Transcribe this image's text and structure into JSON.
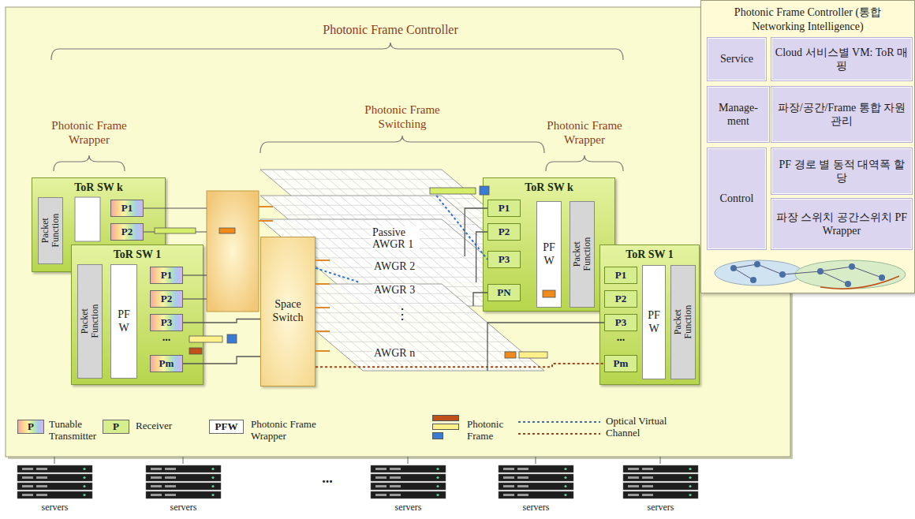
{
  "diagram": {
    "nodes": [
      {
        "text": [
          "ToR SW k"
        ]
      },
      {
        "text": [
          "Packet Function"
        ],
        "in": 0
      },
      {
        "text": [
          "P1"
        ],
        "in": 0
      },
      {
        "text": [
          "P2"
        ],
        "in": 0
      },
      {
        "text": [
          "ToR SW 1"
        ]
      },
      {
        "text": [
          "Packet Function"
        ],
        "in": 4
      },
      {
        "text": [
          "PF W"
        ],
        "in": 4
      },
      {
        "text": [
          "P1"
        ],
        "in": 4
      },
      {
        "text": [
          "P2"
        ],
        "in": 4
      },
      {
        "text": [
          "P3"
        ],
        "in": 4
      },
      {
        "text": [
          "Pm"
        ],
        "in": 4
      },
      {
        "text": [
          "Passive AWGR 1"
        ]
      },
      {
        "text": [
          "AWGR 2"
        ]
      },
      {
        "text": [
          "AWGR 3"
        ]
      },
      {
        "text": [
          "AWGR n"
        ]
      },
      {
        "text": [
          "Space Switch"
        ]
      },
      {
        "text": [
          "ToR SW k"
        ]
      },
      {
        "text": [
          "P1"
        ],
        "in": 16
      },
      {
        "text": [
          "P2"
        ],
        "in": 16
      },
      {
        "text": [
          "P3"
        ],
        "in": 16
      },
      {
        "text": [
          "PN"
        ],
        "in": 16
      },
      {
        "text": [
          "PF W"
        ],
        "in": 16
      },
      {
        "text": [
          "Packet Function"
        ],
        "in": 16
      },
      {
        "text": [
          "ToR SW 1"
        ]
      },
      {
        "text": [
          "P1"
        ],
        "in": 23
      },
      {
        "text": [
          "P2"
        ],
        "in": 23
      },
      {
        "text": [
          "P3"
        ],
        "in": 23
      },
      {
        "text": [
          "Pm"
        ],
        "in": 23
      },
      {
        "text": [
          "PF W"
        ],
        "in": 23
      },
      {
        "text": [
          "Packet Function"
        ],
        "in": 23
      },
      {
        "text": [
          "Photonic Frame Controller (통합 Networking Intelligence)"
        ]
      },
      {
        "text": [
          "Service"
        ],
        "in": 30
      },
      {
        "text": [
          "Cloud 서비스별 VM: ToR 매핑"
        ],
        "in": 30
      },
      {
        "text": [
          "Manage- ment"
        ],
        "in": 30
      },
      {
        "text": [
          "파장/공간/Frame 통합 자원 관리"
        ],
        "in": 30
      },
      {
        "text": [
          "Control"
        ],
        "in": 30
      },
      {
        "text": [
          "PF 경로 별 동적 대역폭 할당"
        ],
        "in": 30
      },
      {
        "text": [
          "파장 스위치 공간스위치 PF Wrapper"
        ],
        "in": 30
      }
    ],
    "edges": [
      {
        "from": 9,
        "to": 15,
        "arrow": "none"
      },
      {
        "from": 10,
        "to": 15,
        "arrow": "none"
      },
      {
        "from": 15,
        "to": 12,
        "arrow": "none"
      },
      {
        "from": 12,
        "to": 19,
        "arrow": "none"
      },
      {
        "from": 15,
        "to": 27,
        "arrow": "none"
      },
      {
        "from": 11,
        "to": 17,
        "arrow": "none"
      },
      {
        "from": 12,
        "to": 18,
        "arrow": "none"
      },
      {
        "from": 13,
        "to": 20,
        "arrow": "none"
      },
      {
        "from": 14,
        "to": 26,
        "arrow": "none"
      }
    ],
    "labels": [
      "Photonic Frame Controller",
      "Photonic Frame Wrapper",
      "Photonic Frame Switching",
      "Photonic Frame Wrapper",
      "...",
      "⋮",
      "...",
      "P",
      "P",
      "PFW",
      "...",
      "servers",
      "servers",
      "servers",
      "servers",
      "servers"
    ],
    "legend": [
      {
        "text": "Tunable Transmitter"
      },
      {
        "text": "Receiver",
        "color": "#d6ee8e"
      },
      {
        "text": "Photonic Frame Wrapper",
        "color": "#ffffff"
      },
      {
        "text": "Photonic Frame"
      },
      {
        "text": "Optical Virtual Channel"
      }
    ]
  }
}
